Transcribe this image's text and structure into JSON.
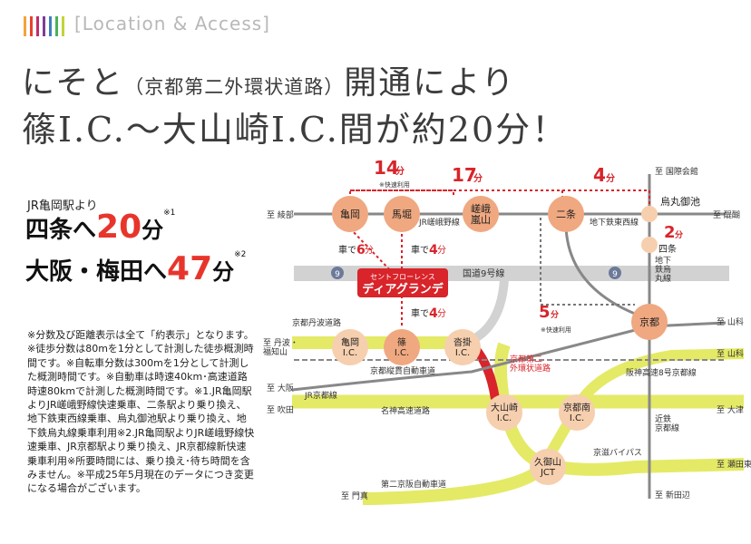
{
  "header": {
    "section_title": "[Location & Access]",
    "stripe_colors": [
      "#f3a33a",
      "#e8412d",
      "#c22a6b",
      "#7d3c98",
      "#3f7fc1",
      "#49b25a",
      "#c3d33a"
    ]
  },
  "headline": {
    "line1_a": "にそと",
    "line1_b": "（京都第二外環状道路）",
    "line1_c": "開通により",
    "line2": "篠I.C.～大山崎I.C.間が約20分！"
  },
  "access": {
    "from": "JR亀岡駅より",
    "shijo_label": "四条へ",
    "shijo_minutes": "20",
    "shijo_unit": "分",
    "shijo_note": "※1",
    "osaka_label": "大阪・梅田へ",
    "osaka_minutes": "47",
    "osaka_unit": "分",
    "osaka_note": "※2"
  },
  "notes": "※分数及び距離表示は全て「約表示」となります。※徒歩分数は80mを1分として計測した徒歩概測時間です。※自転車分数は300mを1分として計測した概測時間です。※自動車は時速40km･高速道路時速80kmで計測した概測時間です。※1.JR亀岡駅よりJR嵯峨野線快速乗車、二条駅より乗り換え、地下鉄東西線乗車、烏丸御池駅より乗り換え、地下鉄烏丸線乗車利用※2.JR亀岡駅よりJR嵯峨野線快速乗車、JR京都駅より乗り換え、JR京都線新快速乗車利用※所要時間には、乗り換え･待ち時間を含みません。※平成25年5月現在のデータにつき変更になる場合がございます。",
  "map": {
    "colors": {
      "highway": "#e4ea66",
      "route9": "#d2d2d2",
      "station": "#f0a880",
      "station_light": "#f6cfae",
      "accent": "#d8242a",
      "rail": "#888888"
    },
    "times": {
      "t14": "14",
      "t14_note": "※快速利用",
      "t17": "17",
      "t4a": "4",
      "t2": "2",
      "t5": "5",
      "t5_note": "※快速利用",
      "unit": "分",
      "car6": "6",
      "car4a": "4",
      "car4b": "4",
      "car_prefix": "車で"
    },
    "stations": {
      "kameoka": "亀岡",
      "umahori": "馬堀",
      "saga_arashiyama": "嵯峨\n嵐山",
      "nijo": "二条",
      "karasuma_oike": "烏丸御池",
      "shijo": "四条",
      "kyoto": "京都"
    },
    "interchanges": {
      "kameoka_ic": "亀岡\nI.C.",
      "shino_ic": "篠\nI.C.",
      "kutsukake_ic": "沓掛\nI.C.",
      "oyamazaki_ic": "大山崎\nI.C.",
      "kyotominami_ic": "京都南\nI.C.",
      "kumiyama_jct": "久御山\nJCT"
    },
    "property": {
      "sub": "セントフローレンス",
      "name": "ディアグランデ"
    },
    "road_labels": {
      "jr_sagano": "JR嵯峨野線",
      "tozai": "地下鉄東西線",
      "route9": "国道9号線",
      "karasuma_line": "地下\n鉄烏\n丸線",
      "kyoto_tamba": "京都丹波道路",
      "kyoto_jukan": "京都縦貫自動車道",
      "gaikan": "京都第二\n外環状道路",
      "jr_kyoto": "JR京都線",
      "meishin": "名神高速道路",
      "hanshin8": "阪神高速8号京都線",
      "kintetsu": "近鉄\n京都線",
      "keiji_bypass": "京滋バイパス",
      "second_keihan": "第二京阪自動車道",
      "route9_badge": "9"
    },
    "destinations": {
      "ayabe": "至 綾部",
      "kokusai": "至 国際会館",
      "daigo": "至 醍醐",
      "tamba": "至 丹波・\n福知山",
      "yamashina1": "至 山科",
      "yamashina2": "至 山科",
      "osaka": "至 大阪",
      "suita": "至 吹田",
      "otsu": "至 大津",
      "setahigashi": "至 瀬田東",
      "kadoma": "至 門真",
      "shintanabe": "至 新田辺"
    }
  }
}
